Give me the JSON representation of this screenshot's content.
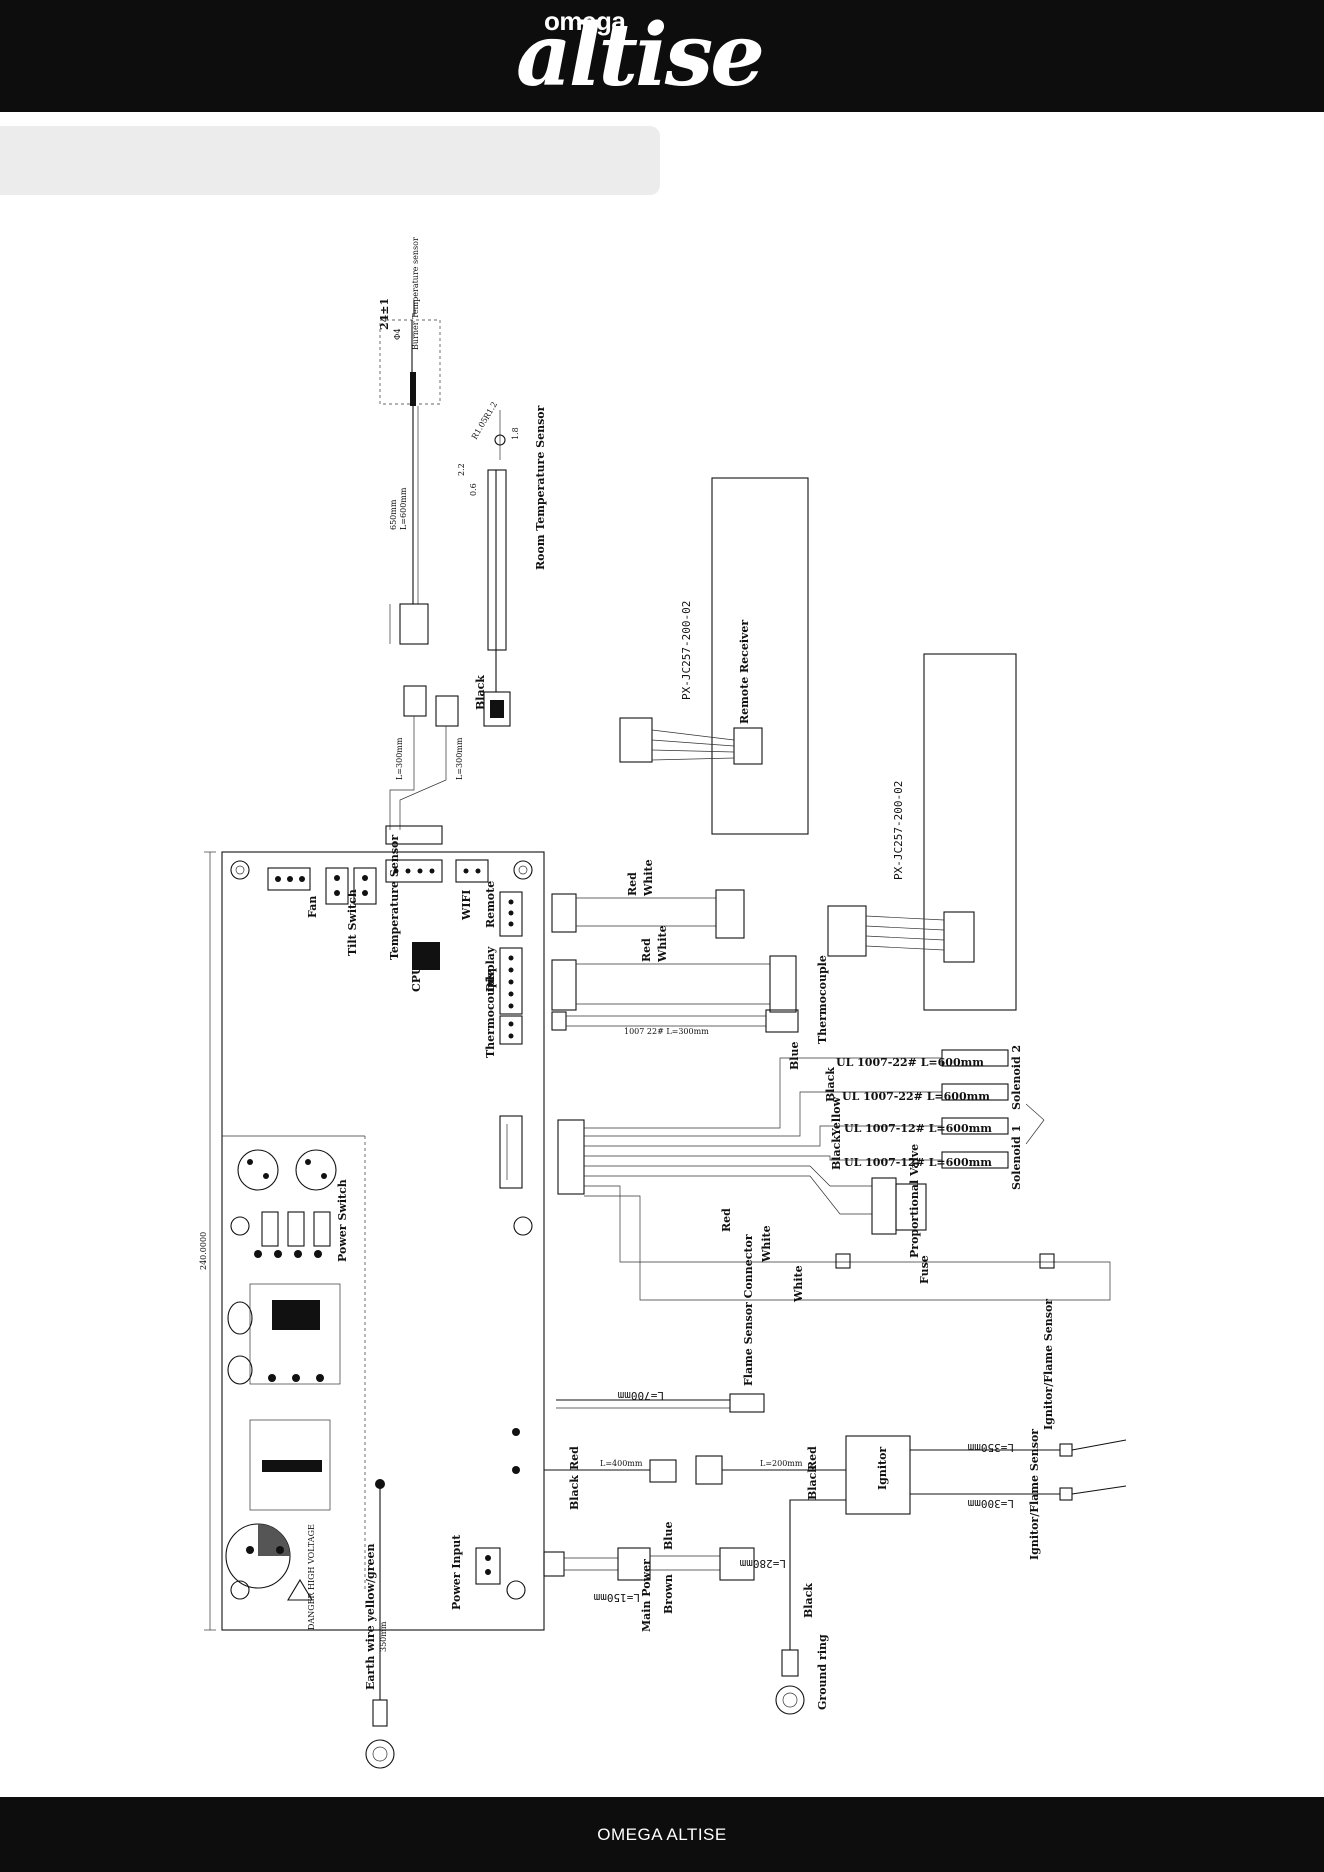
{
  "header": {
    "brand_small": "omega",
    "brand_large": "altise"
  },
  "footer": {
    "text": "OMEGA ALTISE"
  },
  "diagram": {
    "board_dimension": "240.0000",
    "connectors": {
      "fan": "Fan",
      "tilt_switch": "Tilt Switch",
      "temperature_sensor": "Temperature Sensor",
      "wifi": "WIFI",
      "remote": "Remote",
      "display": "Display",
      "thermocouple_port": "Thermocouple",
      "cpu": "CPU",
      "power_switch": "Power Switch",
      "power_input": "Power Input"
    },
    "top_sensors": {
      "burner_sensor": "Burner Temperature sensor",
      "burner_dim1": "24±1",
      "burner_dim2": "Φ4",
      "burner_len1": "650mm",
      "burner_len2": "L=600mm",
      "room_sensor": "Room Temperature Sensor",
      "room_dims": [
        "R1.2",
        "R1.05",
        "1.8",
        "2.2",
        "0.6"
      ],
      "black_label": "Black",
      "lead_a": "L=300mm",
      "lead_b": "L=300mm"
    },
    "remote_module": {
      "part": "PX-JC257-200-02",
      "label": "Remote Receiver"
    },
    "display_module": {
      "part": "PX-JC257-200-02"
    },
    "harness": {
      "remote_wires": [
        "Red",
        "White"
      ],
      "display_wires": [
        "Red",
        "White"
      ],
      "thermocouple_label": "Thermocouple",
      "thermocouple_cable": "1007 22# L=300mm",
      "solenoid_wires": [
        {
          "color": "Blue",
          "spec": "UL 1007-22#  L=600mm"
        },
        {
          "color": "Black",
          "spec": "UL 1007-22#  L=600mm"
        },
        {
          "color": "Yellow",
          "spec": "UL 1007-12#  L=600mm"
        },
        {
          "color": "Black",
          "spec": "UL 1007-12#  L=600mm"
        }
      ],
      "solenoid_2": "Solenoid 2",
      "solenoid_1": "Solenoid 1",
      "proportional_valve": "Proportional Valve",
      "red": "Red",
      "white1": "White",
      "white2": "White",
      "fuse": "Fuse"
    },
    "flame": {
      "length": "L=700mm",
      "label": "Flame Sensor Connector"
    },
    "igniter": {
      "red1": "Red",
      "black1": "Black",
      "len1": "L=400mm",
      "len2": "L=200mm",
      "red2": "Red",
      "black2": "Black",
      "unit": "Ignitor",
      "out1_len": "L=350mm",
      "out1_label": "Ignitor/Flame Sensor",
      "out2_len": "L=300mm",
      "out2_label": "Ignitor/Flame Sensor",
      "ground_len": "L=280mm",
      "ground_black": "Black",
      "ground_label": "Ground ring"
    },
    "main_power": {
      "blue": "Blue",
      "brown": "Brown",
      "label": "Main Power",
      "len": "L=150mm"
    },
    "earth": {
      "label": "Earth wire yellow/green",
      "len": "350mm"
    },
    "warning": {
      "label": "DANGER HIGH VOLTAGE"
    }
  }
}
